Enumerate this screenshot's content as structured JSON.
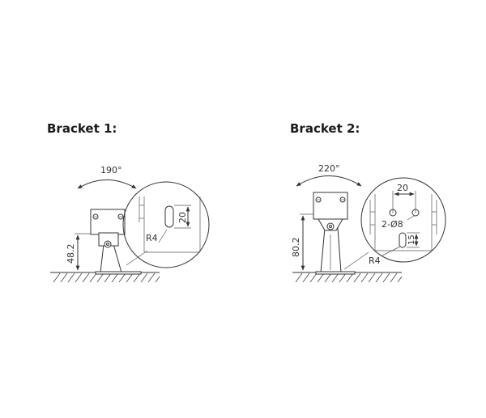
{
  "bracket1": {
    "title": "Bracket 1:",
    "angle": "190°",
    "height": "48.2",
    "slot_length": "20",
    "radius": "R4"
  },
  "bracket2": {
    "title": "Bracket 2:",
    "angle": "220°",
    "height": "80.2",
    "hole_spacing": "20",
    "holes": "2-Ø8",
    "slot_length": "15",
    "radius": "R4"
  }
}
